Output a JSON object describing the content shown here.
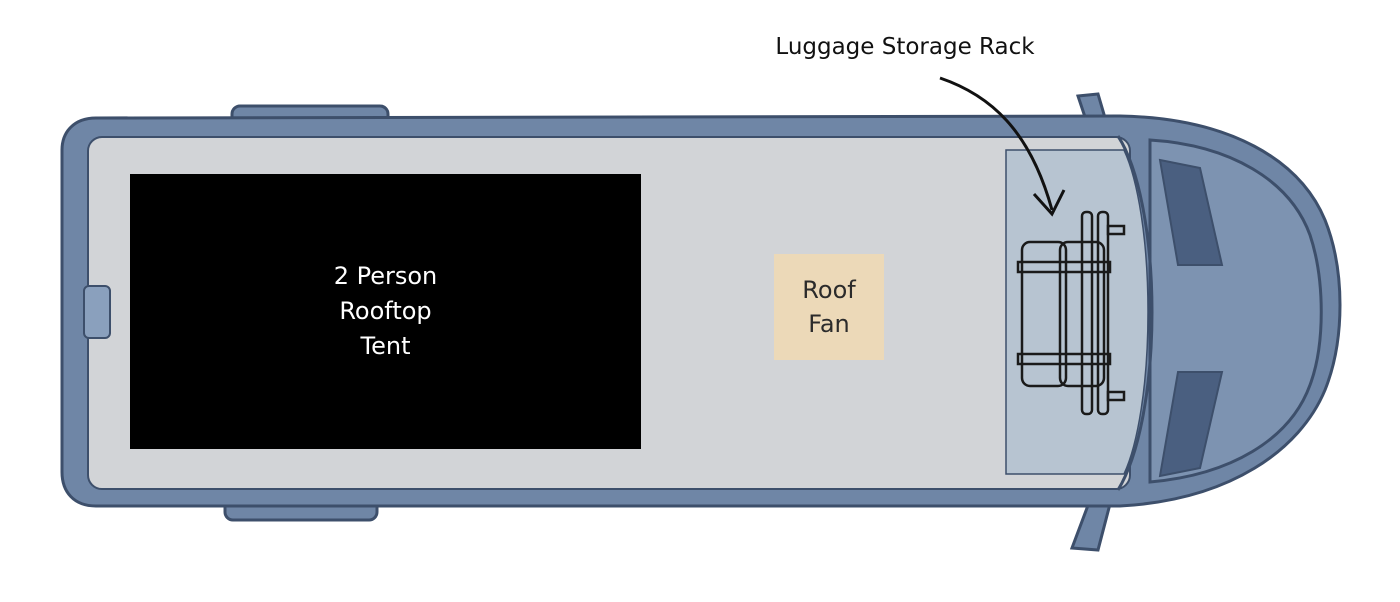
{
  "labels": {
    "tent_line1": "2 Person",
    "tent_line2": "Rooftop",
    "tent_line3": "Tent",
    "fan_line1": "Roof",
    "fan_line2": "Fan",
    "rack": "Luggage Storage Rack"
  },
  "colors": {
    "van_body": "#6f86a6",
    "van_outline": "#3d4f6b",
    "roof": "#d2d4d7",
    "roof_front": "#b7c4d1",
    "tent": "#000000",
    "fan": "#ecd9b8"
  }
}
